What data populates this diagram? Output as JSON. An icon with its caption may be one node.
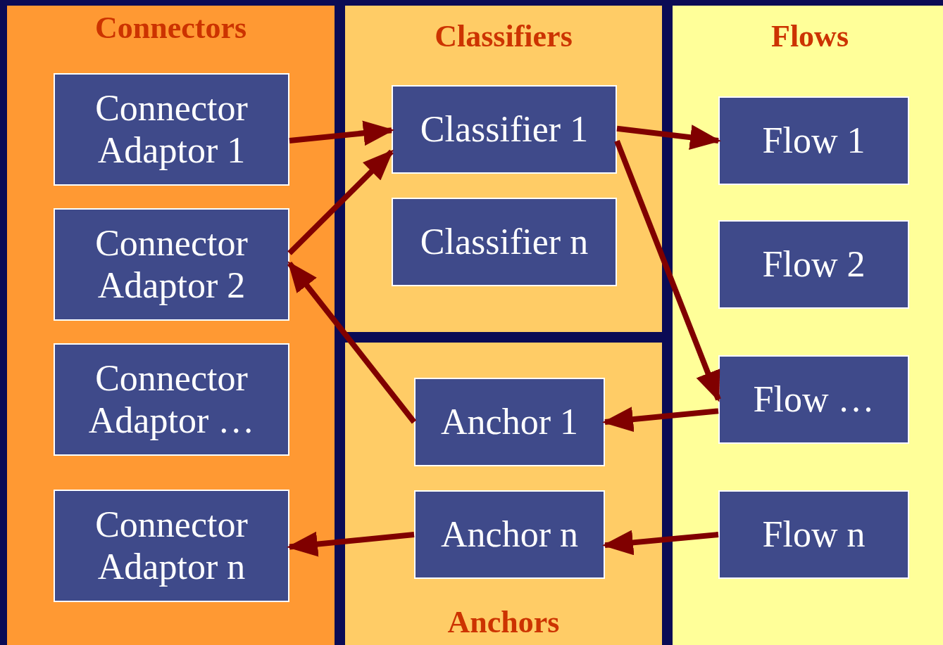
{
  "diagram": {
    "nodes": [
      {
        "text": [
          "Connectors"
        ]
      },
      {
        "text": [
          "Connector Adaptor 1"
        ],
        "in": 0
      },
      {
        "text": [
          "Connector Adaptor 2"
        ],
        "in": 0
      },
      {
        "text": [
          "Connector Adaptor …"
        ],
        "in": 0
      },
      {
        "text": [
          "Connector Adaptor n"
        ],
        "in": 0
      },
      {
        "text": [
          "Classifiers"
        ]
      },
      {
        "text": [
          "Classifier 1"
        ],
        "in": 5
      },
      {
        "text": [
          "Classifier n"
        ],
        "in": 5
      },
      {
        "text": [
          "Anchors"
        ]
      },
      {
        "text": [
          "Anchor 1"
        ],
        "in": 8
      },
      {
        "text": [
          "Anchor n"
        ],
        "in": 8
      },
      {
        "text": [
          "Flows"
        ]
      },
      {
        "text": [
          "Flow 1"
        ],
        "in": 11
      },
      {
        "text": [
          "Flow 2"
        ],
        "in": 11
      },
      {
        "text": [
          "Flow …"
        ],
        "in": 11
      },
      {
        "text": [
          "Flow n"
        ],
        "in": 11
      }
    ],
    "edges": [
      {
        "from": 1,
        "to": 6,
        "arrow": "to"
      },
      {
        "from": 2,
        "to": 6,
        "arrow": "to"
      },
      {
        "from": 6,
        "to": 12,
        "arrow": "to"
      },
      {
        "from": 6,
        "to": 14,
        "arrow": "to"
      },
      {
        "from": 14,
        "to": 9,
        "arrow": "to"
      },
      {
        "from": 9,
        "to": 2,
        "arrow": "to"
      },
      {
        "from": 10,
        "to": 4,
        "arrow": "to"
      },
      {
        "from": 15,
        "to": 10,
        "arrow": "to"
      }
    ]
  }
}
